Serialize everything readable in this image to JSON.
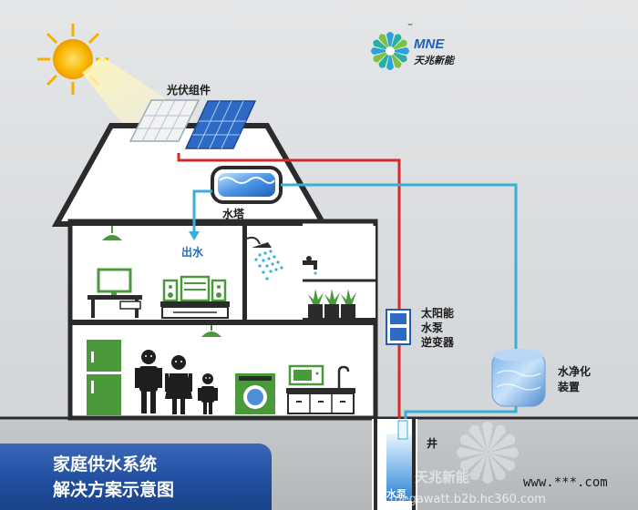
{
  "brand": {
    "logo_latin": "MNE",
    "logo_chinese": "天兆新能",
    "trademark": "™"
  },
  "labels": {
    "pv_modules": "光伏组件",
    "water_tower": "水塔",
    "water_out": "出水",
    "inverter_line1": "太阳能",
    "inverter_line2": "水泵",
    "inverter_line3": "逆变器",
    "purifier_line1": "水净化",
    "purifier_line2": "装置",
    "well": "井",
    "pump": "水泵"
  },
  "title": {
    "line1": "家庭供水系统",
    "line2": "解决方案示意图"
  },
  "watermark": {
    "site": "www.***.com",
    "url": "megawatt.b2b.hc360.com",
    "chinese": "天兆新能"
  },
  "colors": {
    "power_line": "#d42a2a",
    "water_line": "#3aaed8",
    "title_bg": "#2a56a8",
    "appliance_green": "#4a9a3c",
    "panel_blue": "#2d6ac6"
  }
}
